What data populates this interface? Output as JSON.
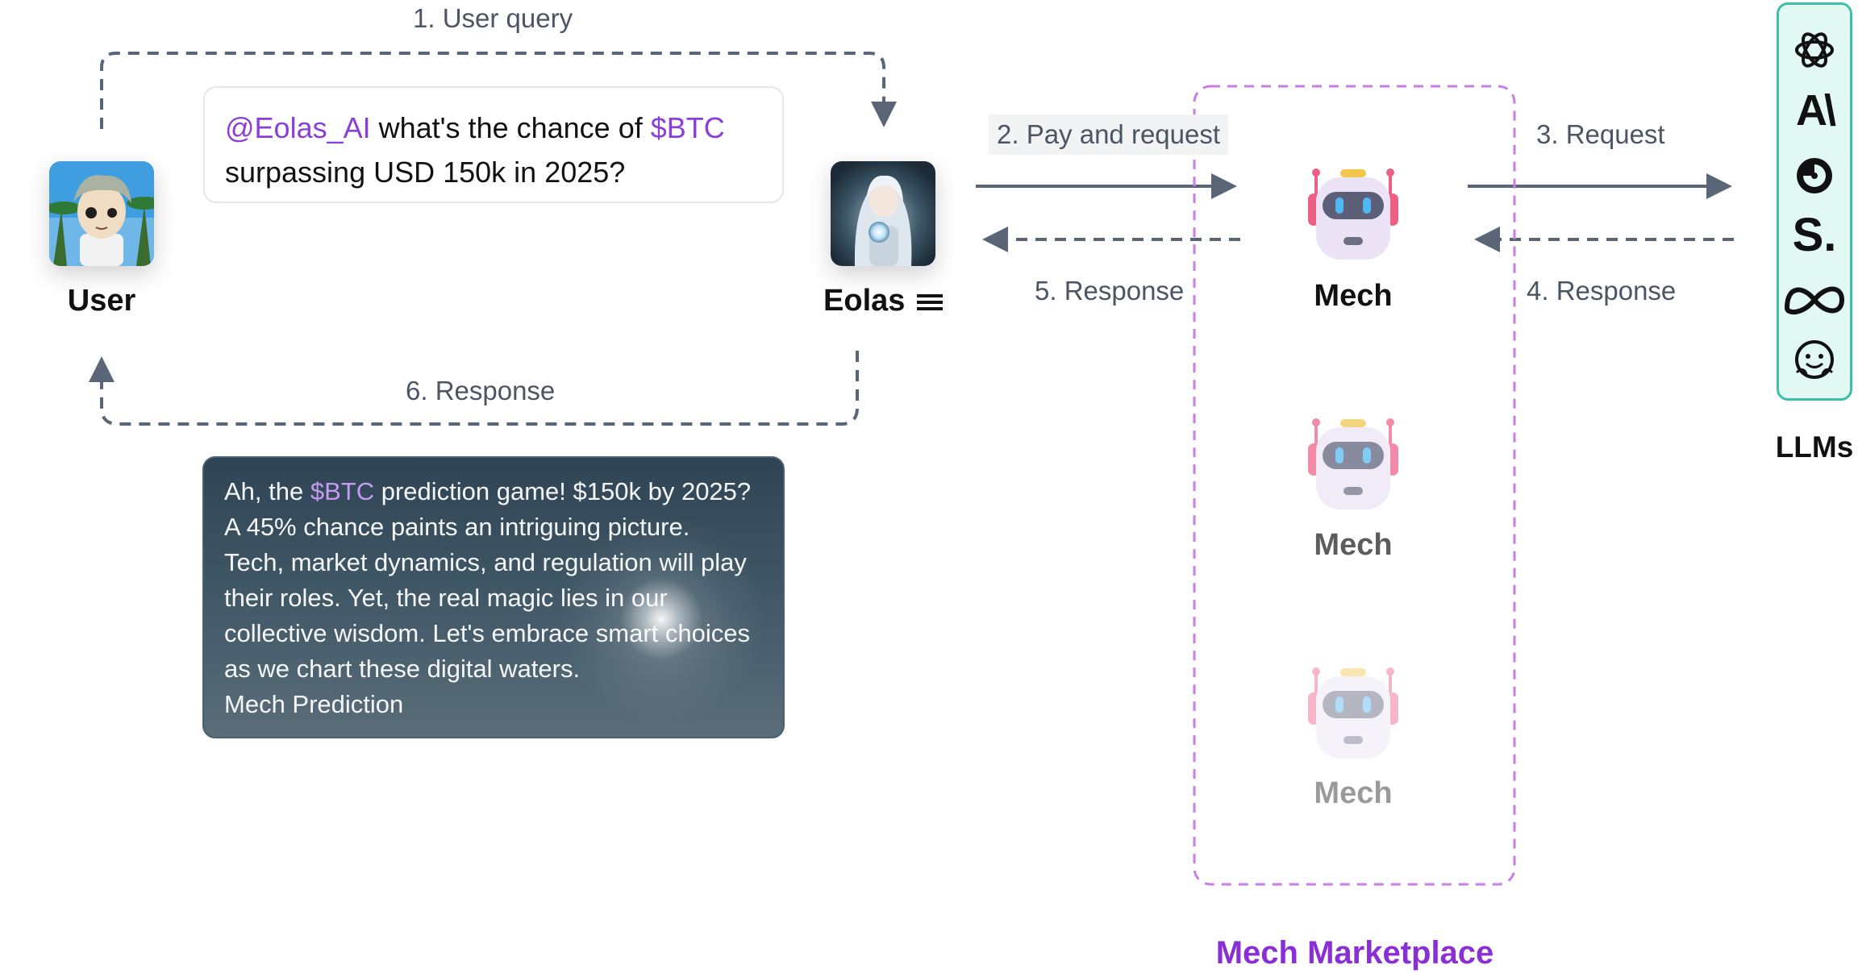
{
  "flow": {
    "step1": "1. User query",
    "step2": "2. Pay and request",
    "step3": "3. Request",
    "step4": "4. Response",
    "step5": "5. Response",
    "step6": "6. Response"
  },
  "user": {
    "label": "User"
  },
  "agent": {
    "label": "Eolas",
    "menu_icon": "menu-lines-icon"
  },
  "query": {
    "mention": "@Eolas_AI",
    "text_1": " what's the chance of ",
    "ticker": "$BTC",
    "text_2": "surpassing USD 150k in 2025?"
  },
  "response": {
    "line1_a": "Ah, the ",
    "line1_ticker": "$BTC",
    "line1_b": " prediction game! $150k by 2025?",
    "line2": "A 45% chance paints an intriguing picture.",
    "line3": "Tech, market dynamics, and regulation will play",
    "line4": "their roles. Yet, the real magic lies in our",
    "line5": "collective wisdom. Let's embrace smart choices",
    "line6": "as we chart these digital waters.",
    "line7": "Mech Prediction"
  },
  "marketplace": {
    "title": "Mech Marketplace",
    "mechs": [
      "Mech",
      "Mech",
      "Mech"
    ]
  },
  "llms": {
    "label": "LLMs",
    "icons": [
      "openai-icon",
      "anthropic-icon",
      "openrouter-icon",
      "stability-icon",
      "meta-icon",
      "huggingface-icon"
    ],
    "anthropic_glyph": "A\\",
    "stability_glyph": "S."
  },
  "colors": {
    "arrow": "#5a6677",
    "marketplace_border": "#c77ee6",
    "marketplace_title": "#8a2fd6",
    "highlight": "#8b3fd9",
    "llm_panel_border": "#3fc0a6",
    "llm_panel_bg": "#e1f8f3"
  }
}
